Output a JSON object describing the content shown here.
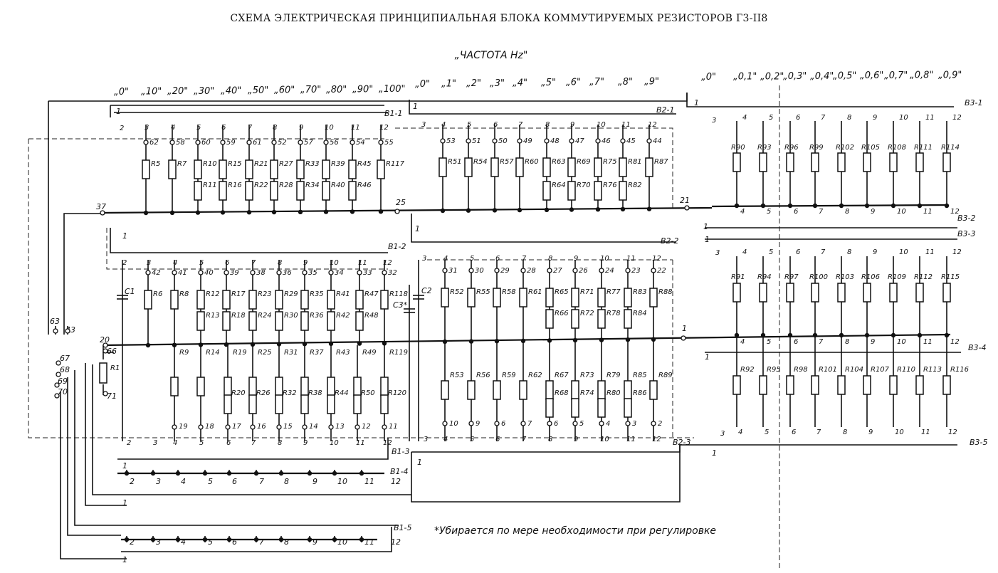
{
  "title": "СХЕМА ЭЛЕКТРИЧЕСКАЯ ПРИНЦИПИАЛЬНАЯ БЛОКА КОММУТИРУЕМЫХ РЕЗИСТОРОВ Г3-II8",
  "subtitle": "„ЧАСТОТА Hz\"",
  "footnote": "*Убирается по мере необходимости при регулировке",
  "scale_a": [
    "„0\"",
    "„10\"",
    "„20\"",
    "„30\"",
    "„40\"",
    "„50\"",
    "„60\"",
    "„70\"",
    "„80\"",
    "„90\"",
    "„100\""
  ],
  "scale_b": [
    "„0\"",
    "„1\"",
    "„2\"",
    "„3\"",
    "„4\"",
    "„5\"",
    "„6\"",
    "„7\"",
    "„8\"",
    "„9\""
  ],
  "scale_c": [
    "„0\"",
    "„0,1\"",
    "„0,2\"",
    "„0,3\"",
    "„0,4\"",
    "„0,5\"",
    "„0,6\"",
    "„0,7\"",
    "„0,8\"",
    "„0,9\""
  ],
  "switch_labels": {
    "b1_1": "B1-1",
    "b1_2": "B1-2",
    "b1_3": "B1-3",
    "b1_4": "B1-4",
    "b1_5": "B1-5",
    "b2_1": "B2-1",
    "b2_2": "B2-2",
    "b2_3": "B2-3",
    "b3_1": "B3-1",
    "b3_2": "B3-2",
    "b3_3": "B3-3",
    "b3_4": "B3-4",
    "b3_5": "B3-5"
  },
  "nodes": {
    "n37": "37",
    "n25": "25",
    "n21": "21",
    "n20": "20",
    "n1": "1",
    "n63": "63",
    "n43": "43",
    "n66": "66",
    "n67": "67",
    "n68": "68",
    "n69": "69",
    "n70": "70",
    "n71": "71"
  },
  "caps": {
    "c1": "C1",
    "c2": "C2",
    "c3": "C3*"
  },
  "r1": "R1",
  "top_b1_terms": [
    "62",
    "58",
    "60",
    "59",
    "61",
    "52",
    "57",
    "56",
    "54",
    "55"
  ],
  "top_b1_res_top": [
    "R5",
    "R7",
    "R10",
    "R15",
    "R21",
    "R27",
    "R33",
    "R39",
    "R45",
    "R117"
  ],
  "top_b1_res_bot": [
    "",
    "",
    "R11",
    "R16",
    "R22",
    "R28",
    "R34",
    "R40",
    "R46",
    ""
  ],
  "top_b2_terms": [
    "53",
    "51",
    "50",
    "49",
    "48",
    "47",
    "46",
    "45",
    "44"
  ],
  "top_b2_res_top": [
    "R51",
    "R54",
    "R57",
    "R60",
    "R63",
    "R69",
    "R75",
    "R81",
    "R87"
  ],
  "top_b2_res_bot": [
    "",
    "",
    "",
    "",
    "R64",
    "R70",
    "R76",
    "R82",
    ""
  ],
  "b3_top_res": [
    "R90",
    "R93",
    "R96",
    "R99",
    "R102",
    "R105",
    "R108",
    "R111",
    "R114"
  ],
  "b3_mid_res": [
    "R91",
    "R94",
    "R97",
    "R100",
    "R103",
    "R106",
    "R109",
    "R112",
    "R115"
  ],
  "b3_bot_res": [
    "R92",
    "R95",
    "R98",
    "R101",
    "R104",
    "R107",
    "R110",
    "R113",
    "R116"
  ],
  "mid_b1_terms": [
    "42",
    "41",
    "40",
    "39",
    "38",
    "36",
    "35",
    "34",
    "33",
    "32"
  ],
  "mid_b1_res_a": [
    "R6",
    "R8",
    "R12",
    "R17",
    "R23",
    "R29",
    "R35",
    "R41",
    "R47",
    "R118"
  ],
  "mid_b1_res_b": [
    "",
    "",
    "R13",
    "R18",
    "R24",
    "R30",
    "R36",
    "R42",
    "R48",
    ""
  ],
  "mid_b2_terms": [
    "31",
    "30",
    "29",
    "28",
    "27",
    "26",
    "24",
    "23",
    "22"
  ],
  "mid_b2_res_a": [
    "R52",
    "R55",
    "R58",
    "R61",
    "R65",
    "R71",
    "R77",
    "R83",
    "R88"
  ],
  "mid_b2_res_b": [
    "",
    "",
    "",
    "",
    "R66",
    "R72",
    "R78",
    "R84",
    ""
  ],
  "low_b1_res_a": [
    "R9",
    "R14",
    "R19",
    "R25",
    "R31",
    "R37",
    "R43",
    "R49",
    "R119"
  ],
  "low_b1_res_b": [
    "",
    "",
    "R20",
    "R26",
    "R32",
    "R38",
    "R44",
    "R50",
    "R120"
  ],
  "low_b1_terms": [
    "19",
    "18",
    "17",
    "16",
    "15",
    "14",
    "13",
    "12",
    "11"
  ],
  "low_b2_res_a": [
    "R53",
    "R56",
    "R59",
    "R62",
    "R67",
    "R73",
    "R79",
    "R85",
    "R89"
  ],
  "low_b2_res_b": [
    "",
    "",
    "",
    "",
    "R68",
    "R74",
    "R80",
    "R86",
    ""
  ],
  "low_b2_terms": [
    "10",
    "9",
    "6",
    "7",
    "6",
    "5",
    "4",
    "3",
    "2"
  ],
  "pos_1_12": [
    "1",
    "2",
    "3",
    "4",
    "5",
    "6",
    "7",
    "8",
    "9",
    "10",
    "11",
    "12"
  ]
}
